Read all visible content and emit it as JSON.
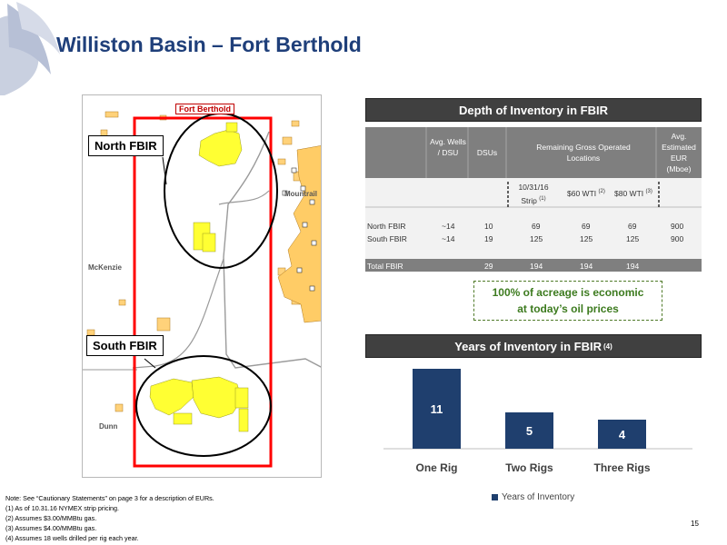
{
  "title": "Williston Basin – Fort Berthold",
  "map": {
    "fort_berthold_label": "Fort Berthold",
    "north_label": "North FBIR",
    "south_label": "South FBIR",
    "mountrail_label": "Mountrail",
    "mckenzie_label": "McKenzie",
    "dunn_label": "Dunn"
  },
  "depth_table": {
    "header": "Depth of Inventory in FBIR",
    "col_wells": "Avg. Wells / DSU",
    "col_dsus": "DSUs",
    "col_remaining": "Remaining Gross Operated Locations",
    "col_eur": "Avg. Estimated EUR (Mboe)",
    "sub_strip": "10/31/16 Strip",
    "sub_strip_note": "(1)",
    "sub_60": "$60 WTI",
    "sub_60_note": "(2)",
    "sub_80": "$80 WTI",
    "sub_80_note": "(3)",
    "rows": [
      {
        "name": "North FBIR",
        "wells": "~14",
        "dsus": "10",
        "strip": "69",
        "w60": "69",
        "w80": "69",
        "eur": "900"
      },
      {
        "name": "South FBIR",
        "wells": "~14",
        "dsus": "19",
        "strip": "125",
        "w60": "125",
        "w80": "125",
        "eur": "900"
      }
    ],
    "total": {
      "name": "Total FBIR",
      "dsus": "29",
      "strip": "194",
      "w60": "194",
      "w80": "194"
    }
  },
  "economic_callout": {
    "line1": "100% of acreage is economic",
    "line2": "at today’s oil prices"
  },
  "years_header": "Years of Inventory in FBIR",
  "years_header_note": "(4)",
  "chart_data": {
    "type": "bar",
    "categories": [
      "One Rig",
      "Two Rigs",
      "Three Rigs"
    ],
    "series": [
      {
        "name": "Years of Inventory",
        "values": [
          11,
          5,
          4
        ]
      }
    ],
    "ylim": [
      0,
      12
    ],
    "grid": false,
    "legend": "bottom",
    "color": "#1f3f6e"
  },
  "notes": [
    "Note: See “Cautionary Statements” on page 3 for a description of EURs.",
    "(1)   As of 10.31.16 NYMEX strip pricing.",
    "(2)   Assumes $3.00/MMBtu gas.",
    "(3)   Assumes $4.00/MMBtu gas.",
    "(4)   Assumes  18 wells drilled per rig each year."
  ],
  "page_number": "15",
  "colors": {
    "title": "#1f3f7a",
    "header_bg": "#404040",
    "table_bg": "#7f7f7f",
    "bar": "#1f3f6e",
    "acreage": "#ffff33",
    "boundary": "#ff0000",
    "callout": "#3d7b1f"
  }
}
